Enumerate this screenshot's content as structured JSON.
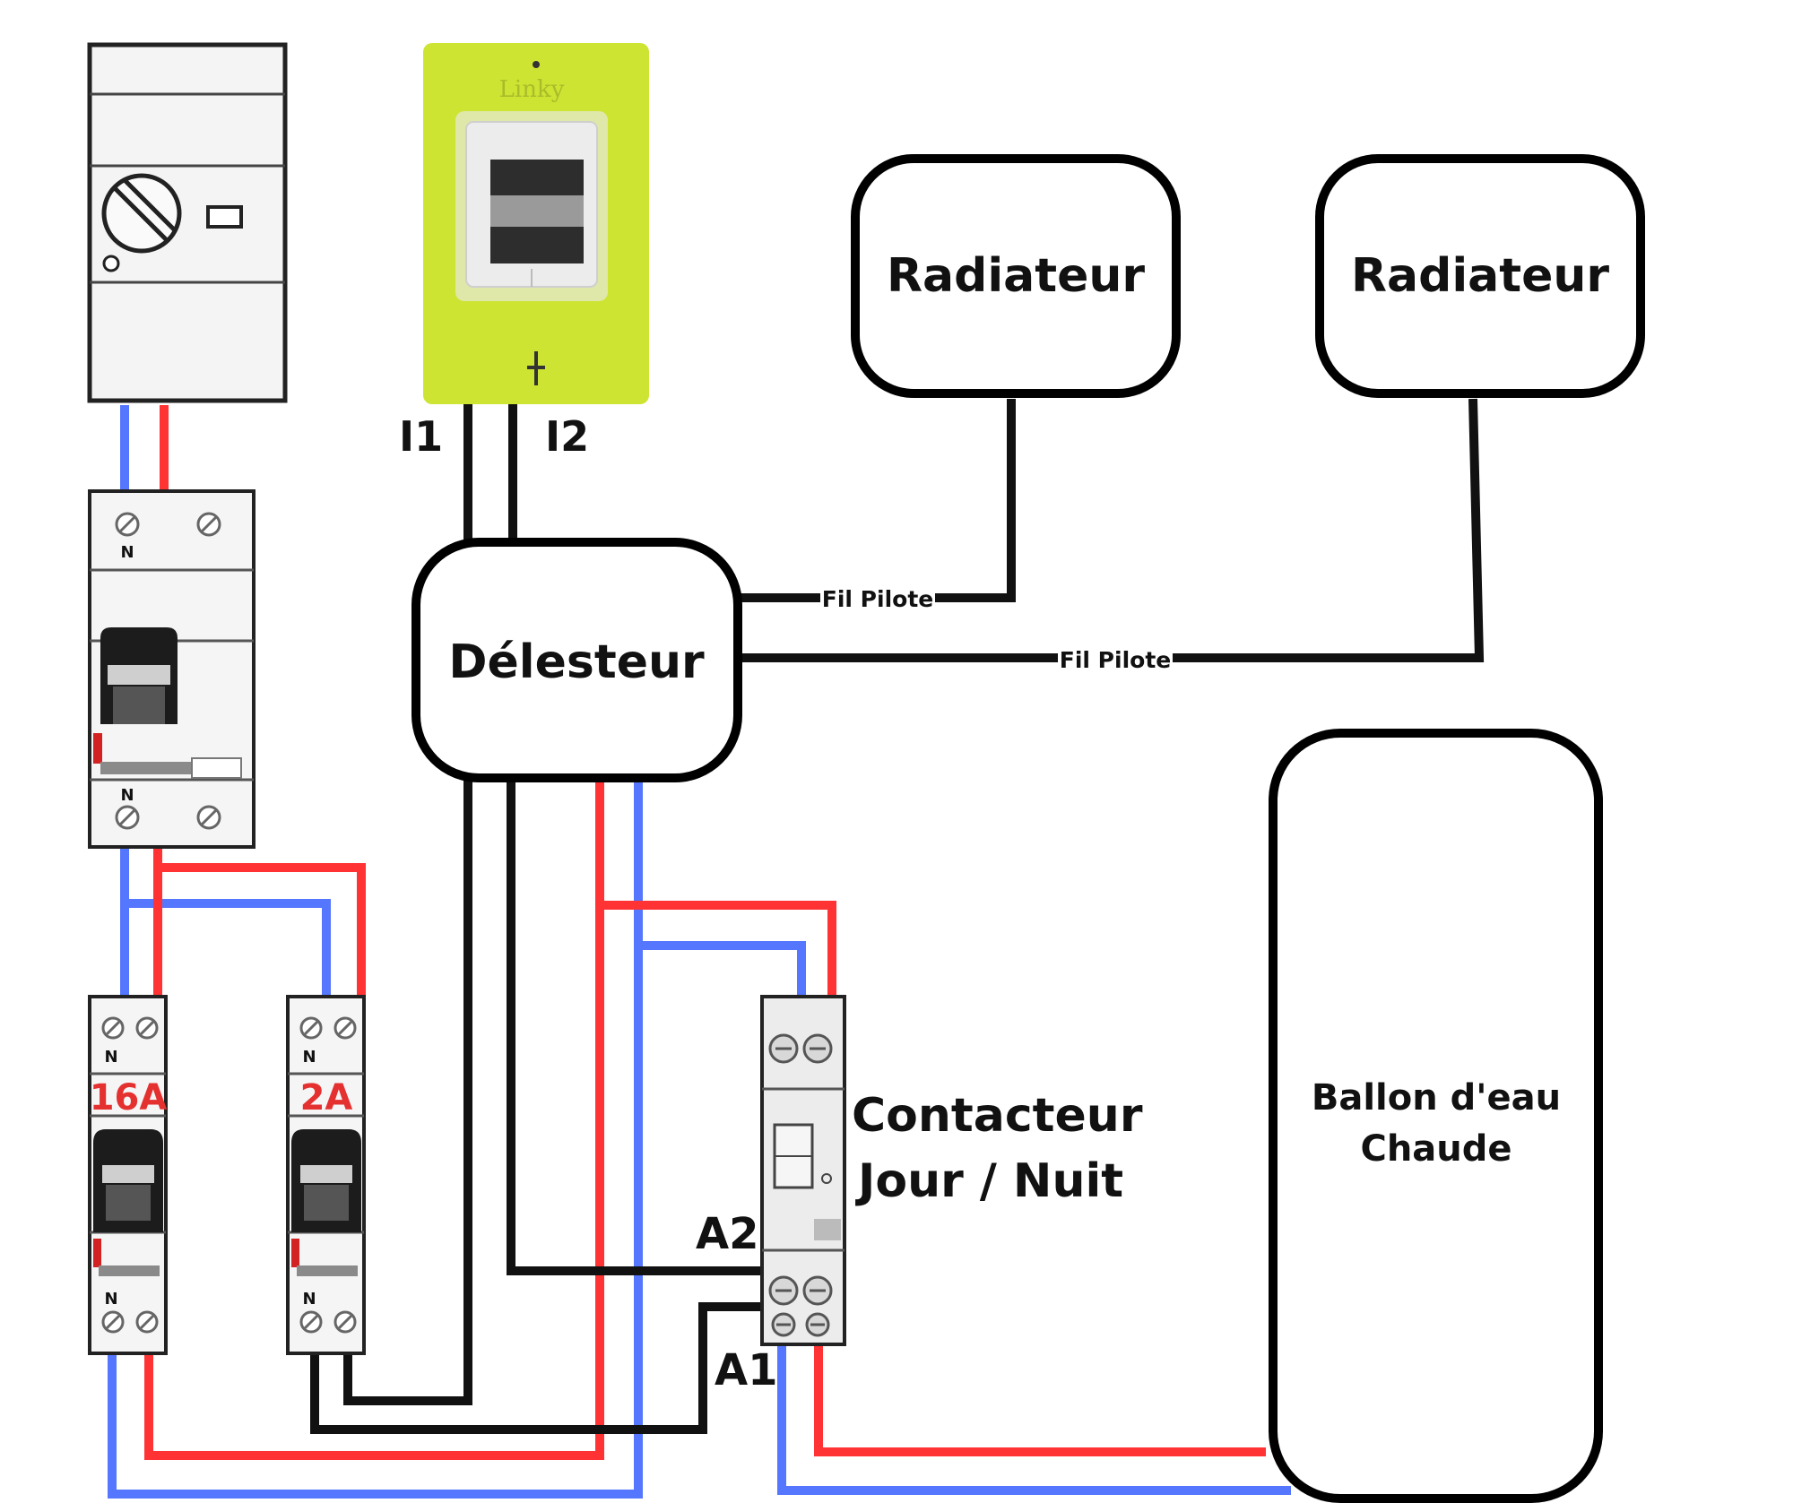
{
  "meter": {
    "brand": "Linky"
  },
  "labels": {
    "i1": "I1",
    "i2": "I2",
    "delesteur": "Délesteur",
    "radiateur_1": "Radiateur",
    "radiateur_2": "Radiateur",
    "fil_pilote_1": "Fil Pilote",
    "fil_pilote_2": "Fil Pilote",
    "contacteur_line1": "Contacteur",
    "contacteur_line2": "Jour / Nuit",
    "ballon_line1": "Ballon d'eau",
    "ballon_line2": "Chaude",
    "a1": "A1",
    "a2": "A2"
  },
  "breakers": {
    "main_neutral_top": "N",
    "main_neutral_bottom": "N",
    "b16_rating": "16A",
    "b16_neutral_top": "N",
    "b16_neutral_bottom": "N",
    "b2_rating": "2A",
    "b2_neutral_top": "N",
    "b2_neutral_bottom": "N"
  },
  "colors": {
    "phase": "#ff3333",
    "neutral": "#5577ff",
    "signal": "#111111",
    "linky": "#cde433",
    "rating_text": "#e53030"
  }
}
